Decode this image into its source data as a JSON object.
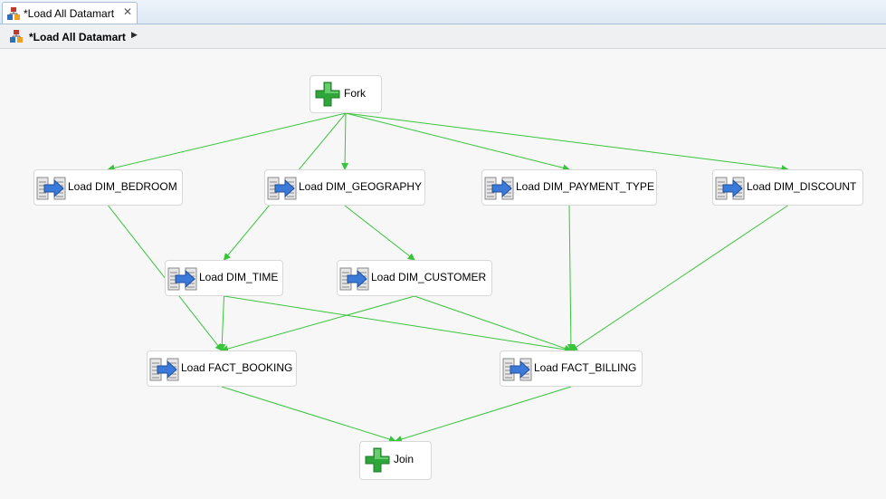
{
  "tab": {
    "title": "*Load All Datamart",
    "close_glyph": "✕"
  },
  "breadcrumb": {
    "title": "*Load All Datamart",
    "arrow_glyph": "▶"
  },
  "nodes": {
    "fork": "Fork",
    "dim_bedroom": "Load DIM_BEDROOM",
    "dim_geography": "Load DIM_GEOGRAPHY",
    "dim_payment_type": "Load DIM_PAYMENT_TYPE",
    "dim_discount": "Load DIM_DISCOUNT",
    "dim_time": "Load DIM_TIME",
    "dim_customer": "Load DIM_CUSTOMER",
    "fact_booking": "Load FACT_BOOKING",
    "fact_billing": "Load FACT_BILLING",
    "join": "Join"
  },
  "icons": {
    "tab": "job-flow-icon",
    "fork": "plus-icon",
    "join": "plus-icon",
    "load": "load-step-icon"
  },
  "colors": {
    "edge": "#39c43d",
    "plus_green": "#2fa63a"
  },
  "edges": [
    [
      "fork",
      "dim_bedroom"
    ],
    [
      "fork",
      "dim_time"
    ],
    [
      "fork",
      "dim_geography"
    ],
    [
      "fork",
      "dim_payment_type"
    ],
    [
      "fork",
      "dim_discount"
    ],
    [
      "dim_geography",
      "dim_customer"
    ],
    [
      "dim_bedroom",
      "fact_booking"
    ],
    [
      "dim_time",
      "fact_booking"
    ],
    [
      "dim_customer",
      "fact_booking"
    ],
    [
      "dim_time",
      "fact_billing"
    ],
    [
      "dim_customer",
      "fact_billing"
    ],
    [
      "dim_payment_type",
      "fact_billing"
    ],
    [
      "dim_discount",
      "fact_billing"
    ],
    [
      "fact_booking",
      "join"
    ],
    [
      "fact_billing",
      "join"
    ]
  ]
}
